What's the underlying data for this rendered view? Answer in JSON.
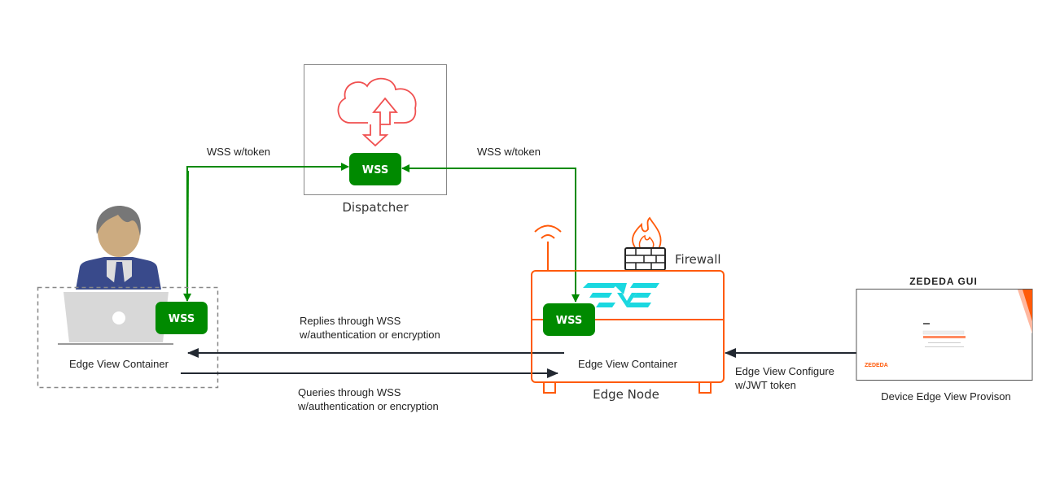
{
  "dispatcher": {
    "label": "Dispatcher",
    "wss": "WSS"
  },
  "links": {
    "left_wss": "WSS w/token",
    "right_wss": "WSS w/token"
  },
  "client": {
    "container_label": "Edge View Container",
    "wss": "WSS"
  },
  "replies": {
    "line1": "Replies through WSS",
    "line2": "w/authentication or encryption"
  },
  "queries": {
    "line1": "Queries through WSS",
    "line2": "w/authentication or encryption"
  },
  "edge_node": {
    "label": "Edge Node",
    "container_label": "Edge View Container",
    "wss": "WSS",
    "firewall": "Firewall"
  },
  "configure": {
    "line1": "Edge View Configure",
    "line2": "w/JWT token"
  },
  "gui": {
    "title": "ZEDEDA GUI",
    "caption": "Device Edge View Provison",
    "logo": "ZEDEDA"
  },
  "colors": {
    "wss_green": "#008a00",
    "edge_orange": "#ff5a0a",
    "cloud_red": "#f05050",
    "eve_cyan": "#1ad8e0",
    "arrow_dark": "#222831"
  }
}
